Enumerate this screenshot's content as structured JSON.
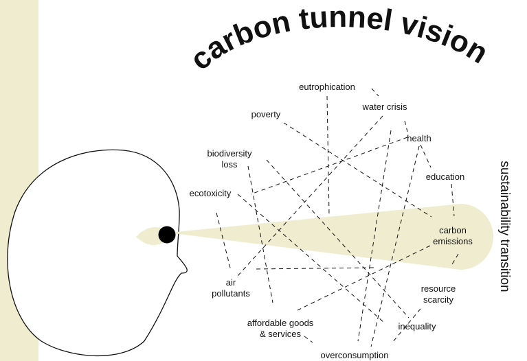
{
  "title": "carbon tunnel vision",
  "side_label": "sustainability transition",
  "colors": {
    "cream": "#efeccf",
    "ink": "#111111",
    "background": "#ffffff"
  },
  "issues": {
    "eutrophication": "eutrophication",
    "poverty": "poverty",
    "water_crisis": "water crisis",
    "health": "health",
    "biodiversity_loss_line1": "biodiversity",
    "biodiversity_loss_line2": "loss",
    "education": "education",
    "ecotoxicity": "ecotoxicity",
    "carbon_emissions_line1": "carbon",
    "carbon_emissions_line2": "emissions",
    "air_pollutants_line1": "air",
    "air_pollutants_line2": "pollutants",
    "resource_scarcity_line1": "resource",
    "resource_scarcity_line2": "scarcity",
    "affordable_goods_line1": "affordable goods",
    "affordable_goods_line2": "& services",
    "inequality": "inequality",
    "overconsumption": "overconsumption"
  }
}
